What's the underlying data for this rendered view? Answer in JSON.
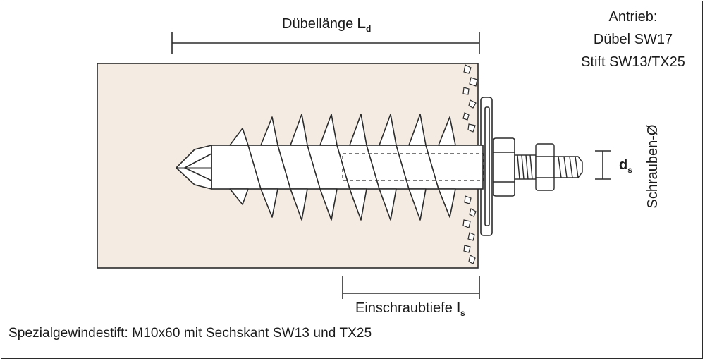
{
  "labels": {
    "duebellaenge_text": "Dübellänge ",
    "duebellaenge_symbol": "L",
    "duebellaenge_sub": "d",
    "antrieb_title": "Antrieb:",
    "antrieb_duebel": "Dübel SW17",
    "antrieb_stift": "Stift SW13/TX25",
    "schrauben_text": "Schrauben-Ø",
    "ds_symbol": "d",
    "ds_sub": "s",
    "einschraub_text": "Einschraubtiefe ",
    "einschraub_symbol": "l",
    "einschraub_sub": "s"
  },
  "caption": "Spezialgewindestift: M10x60 mit Sechskant SW13 und TX25",
  "colors": {
    "line": "#2b2b2b",
    "substrate": "#f4ebe3",
    "anchor": "#ffffff"
  }
}
